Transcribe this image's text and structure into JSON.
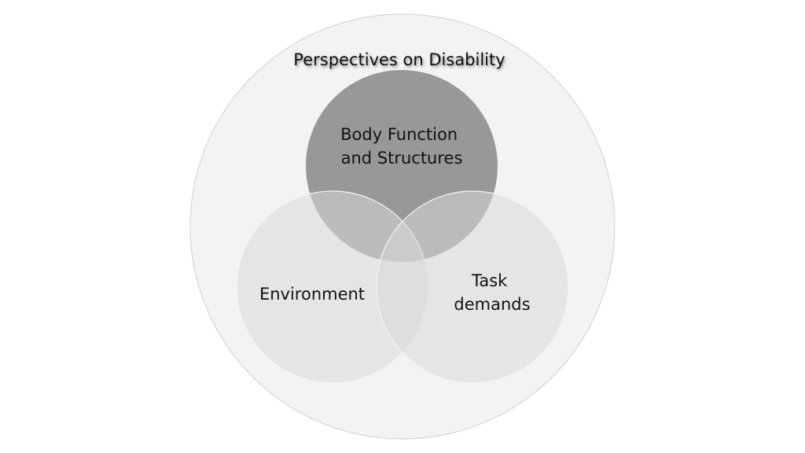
{
  "diagram": {
    "type": "venn",
    "title": "Perspectives on Disability",
    "colors": {
      "background": "#ffffff",
      "outer": "#f3f3f3",
      "outer_stroke": "#d6d6d6",
      "top": "#999898",
      "lower": "#d9d9d9",
      "lower_stroke": "#f4f4f4",
      "text": "#111111"
    },
    "sets": [
      {
        "id": "body",
        "lines": [
          "Body Function",
          "and Structures"
        ]
      },
      {
        "id": "environment",
        "lines": [
          "Environment"
        ]
      },
      {
        "id": "task",
        "lines": [
          "Task",
          "demands"
        ]
      }
    ]
  }
}
